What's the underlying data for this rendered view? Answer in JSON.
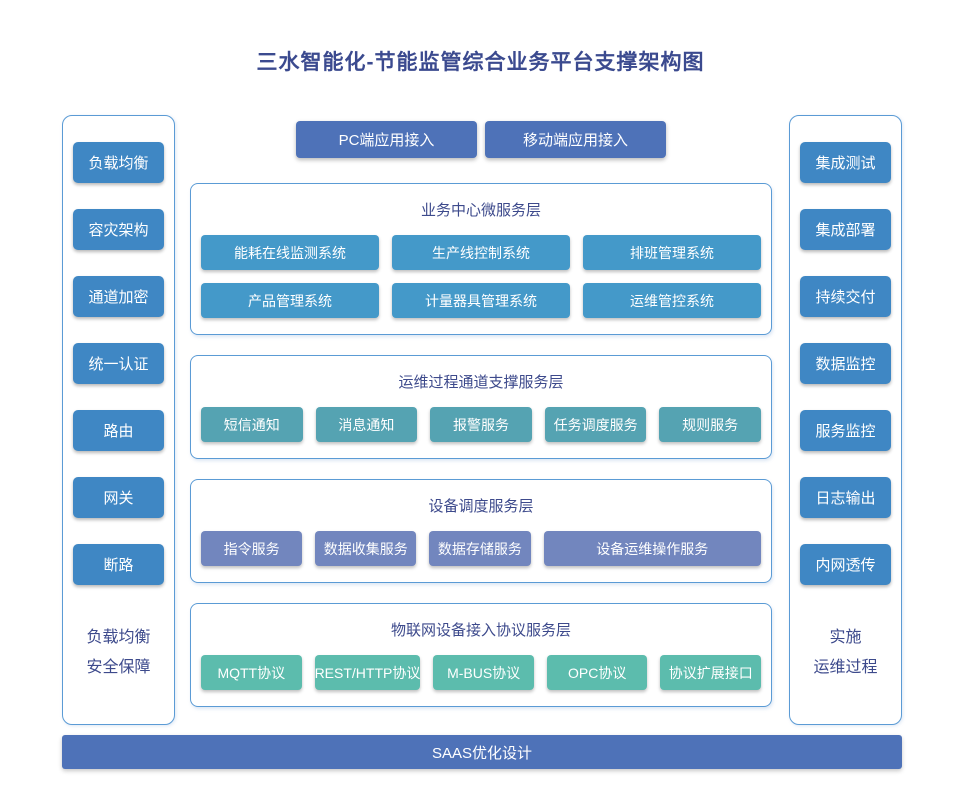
{
  "title": "三水智能化-节能监管综合业务平台支撑架构图",
  "top_buttons": [
    "PC端应用接入",
    "移动端应用接入"
  ],
  "left_sidebar": {
    "items": [
      "负载均衡",
      "容灾架构",
      "通道加密",
      "统一认证",
      "路由",
      "网关",
      "断路"
    ],
    "footer_lines": [
      "负载均衡",
      "安全保障"
    ]
  },
  "right_sidebar": {
    "items": [
      "集成测试",
      "集成部署",
      "持续交付",
      "数据监控",
      "服务监控",
      "日志输出",
      "内网透传"
    ],
    "footer_lines": [
      "实施",
      "运维过程"
    ]
  },
  "layers": [
    {
      "title": "业务中心微服务层",
      "items": [
        "能耗在线监测系统",
        "生产线控制系统",
        "排班管理系统",
        "产品管理系统",
        "计量器具管理系统",
        "运维管控系统"
      ]
    },
    {
      "title": "运维过程通道支撑服务层",
      "items": [
        "短信通知",
        "消息通知",
        "报警服务",
        "任务调度服务",
        "规则服务"
      ]
    },
    {
      "title": "设备调度服务层",
      "items": [
        "指令服务",
        "数据收集服务",
        "数据存储服务",
        "设备运维操作服务"
      ]
    },
    {
      "title": "物联网设备接入协议服务层",
      "items": [
        "MQTT协议",
        "REST/HTTP协议",
        "M-BUS协议",
        "OPC协议",
        "协议扩展接口"
      ]
    }
  ],
  "bottom_bar": "SAAS优化设计",
  "colors": {
    "title_text": "#3b4a8f",
    "layer_title_text": "#3d4a8c",
    "panel_border": "#5b9bd5",
    "primary_bar": "#4e72b8",
    "side_button": "#3f87c4",
    "layer1_button": "#4499c9",
    "layer2_button": "#55a3b2",
    "layer3_button": "#7286be",
    "layer4_button": "#5cbcad",
    "button_text": "#ffffff"
  }
}
